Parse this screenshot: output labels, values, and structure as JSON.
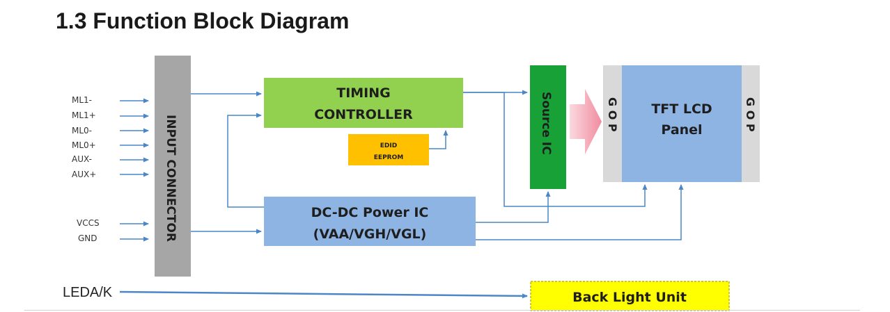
{
  "heading": "1.3 Function Block Diagram",
  "inputs": {
    "signals": [
      "ML1-",
      "ML1+",
      "ML0-",
      "ML0+",
      "AUX-",
      "AUX+"
    ],
    "power": [
      "VCCS",
      "GND"
    ],
    "backlight": "LEDA/K"
  },
  "blocks": {
    "input_connector": "INPUT CONNECTOR",
    "timing_controller": [
      "TIMING",
      "CONTROLLER"
    ],
    "edid_eeprom": [
      "EDID",
      "EEPROM"
    ],
    "dcdc_power_ic": [
      "DC-DC Power IC",
      "(VAA/VGH/VGL)"
    ],
    "source_ic": "Source IC",
    "gop_left": "G O P",
    "gop_right": "G O P",
    "tft_lcd_panel": [
      "TFT  LCD",
      "Panel"
    ],
    "back_light_unit": "Back Light Unit"
  },
  "colors": {
    "connector": "#a6a6a6",
    "timing": "#92d050",
    "eeprom": "#ffc000",
    "power": "#8eb4e3",
    "source": "#17a137",
    "panel": "#8eb4e3",
    "gop": "#d9d9d9",
    "backlight": "#ffff00",
    "line": "#4a86c8",
    "big_arrow": "#f4a6b4"
  }
}
